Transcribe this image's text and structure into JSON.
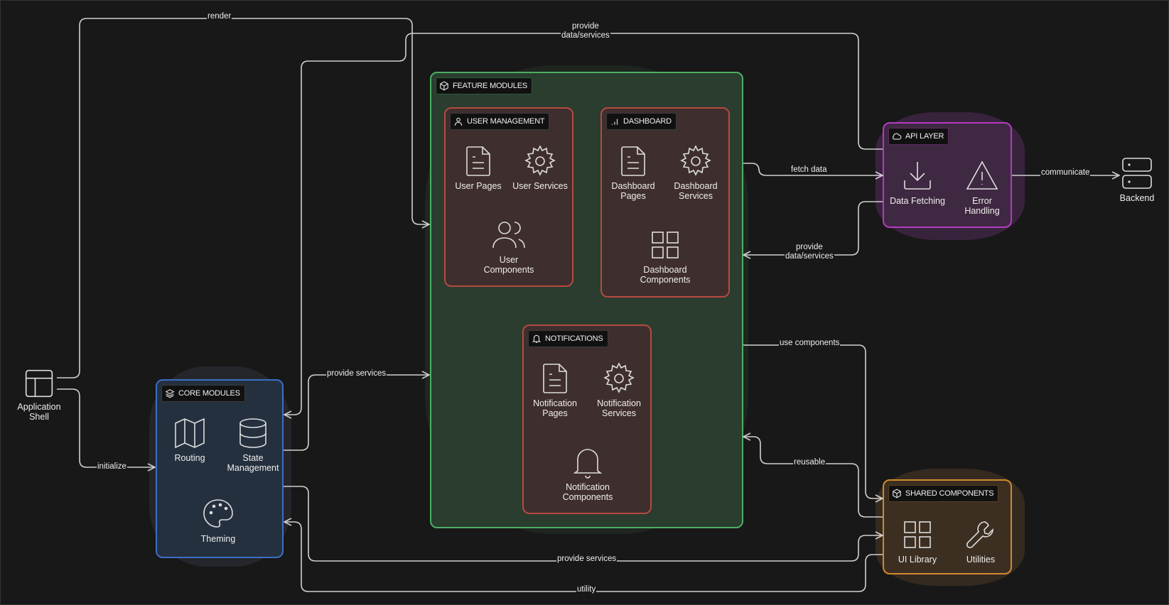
{
  "colors": {
    "background": "#181818",
    "core": "#3b6fc4",
    "feature": "#4caf63",
    "module": "#b64a40",
    "api": "#b43bc2",
    "shared": "#d08a2e",
    "wire": "#d0d0d0"
  },
  "nodes": {
    "app_shell": {
      "label_line1": "Application",
      "label_line2": "Shell",
      "icon": "layout-icon"
    },
    "backend": {
      "label": "Backend",
      "icon": "server-icon"
    }
  },
  "groups": {
    "core": {
      "title": "CORE MODULES",
      "icon": "layers-icon",
      "items": [
        {
          "label_line1": "Routing",
          "label_line2": "",
          "icon": "map-icon"
        },
        {
          "label_line1": "State",
          "label_line2": "Management",
          "icon": "database-icon"
        },
        {
          "label_line1": "Theming",
          "label_line2": "",
          "icon": "palette-icon"
        }
      ]
    },
    "feature": {
      "title": "FEATURE MODULES",
      "icon": "package-icon"
    },
    "user": {
      "title": "USER MANAGEMENT",
      "icon": "user-icon",
      "items": [
        {
          "label_line1": "User Pages",
          "label_line2": "",
          "icon": "file-icon"
        },
        {
          "label_line1": "User Services",
          "label_line2": "",
          "icon": "gear-icon"
        },
        {
          "label_line1": "User",
          "label_line2": "Components",
          "icon": "users-icon"
        }
      ]
    },
    "dashboard": {
      "title": "DASHBOARD",
      "icon": "bar-chart-icon",
      "items": [
        {
          "label_line1": "Dashboard",
          "label_line2": "Pages",
          "icon": "file-icon"
        },
        {
          "label_line1": "Dashboard",
          "label_line2": "Services",
          "icon": "gear-icon"
        },
        {
          "label_line1": "Dashboard",
          "label_line2": "Components",
          "icon": "grid-icon"
        }
      ]
    },
    "notifications": {
      "title": "NOTIFICATIONS",
      "icon": "bell-icon",
      "items": [
        {
          "label_line1": "Notification",
          "label_line2": "Pages",
          "icon": "file-icon"
        },
        {
          "label_line1": "Notification",
          "label_line2": "Services",
          "icon": "gear-icon"
        },
        {
          "label_line1": "Notification",
          "label_line2": "Components",
          "icon": "bell-icon"
        }
      ]
    },
    "api": {
      "title": "API LAYER",
      "icon": "cloud-icon",
      "items": [
        {
          "label_line1": "Data Fetching",
          "label_line2": "",
          "icon": "download-icon"
        },
        {
          "label_line1": "Error",
          "label_line2": "Handling",
          "icon": "warning-icon"
        }
      ]
    },
    "shared": {
      "title": "SHARED COMPONENTS",
      "icon": "package-icon",
      "items": [
        {
          "label_line1": "UI Library",
          "label_line2": "",
          "icon": "grid-icon"
        },
        {
          "label_line1": "Utilities",
          "label_line2": "",
          "icon": "wrench-icon"
        }
      ]
    }
  },
  "edges": {
    "render": "render",
    "initialize": "initialize",
    "provide_data_top_line1": "provide",
    "provide_data_top_line2": "data/services",
    "provide_services_core": "provide services",
    "fetch_data": "fetch data",
    "provide_data_api_line1": "provide",
    "provide_data_api_line2": "data/services",
    "communicate": "communicate",
    "use_components": "use components",
    "reusable": "reusable",
    "provide_services_shared": "provide services",
    "utility": "utility"
  }
}
